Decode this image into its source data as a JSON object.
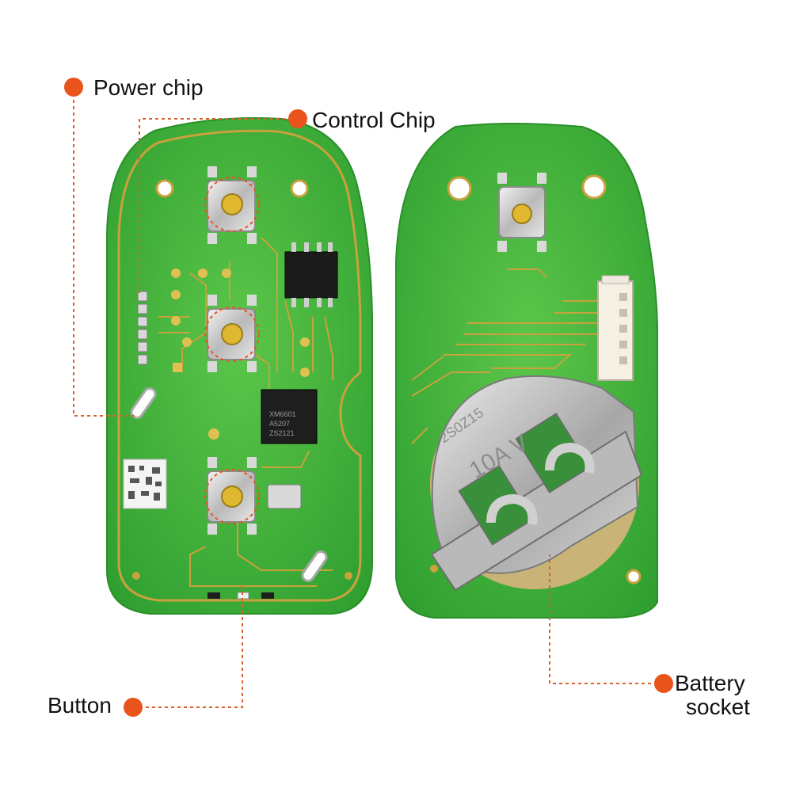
{
  "callouts": {
    "power_chip": "Power chip",
    "control_chip": "Control Chip",
    "button": "Button",
    "battery_socket_line1": "Battery",
    "battery_socket_line2": "socket"
  },
  "chip_markings": {
    "control_chip_l1": "XM6601",
    "control_chip_l2": "A5207",
    "control_chip_l3": "ZS2121",
    "battery_clip": "10A V",
    "battery_code": "2S0Z15"
  },
  "colors": {
    "board_green": "#3fb23a",
    "trace_gold": "#c8a23c",
    "callout_dot": "#e8541c",
    "leader_line": "#d9622a"
  }
}
